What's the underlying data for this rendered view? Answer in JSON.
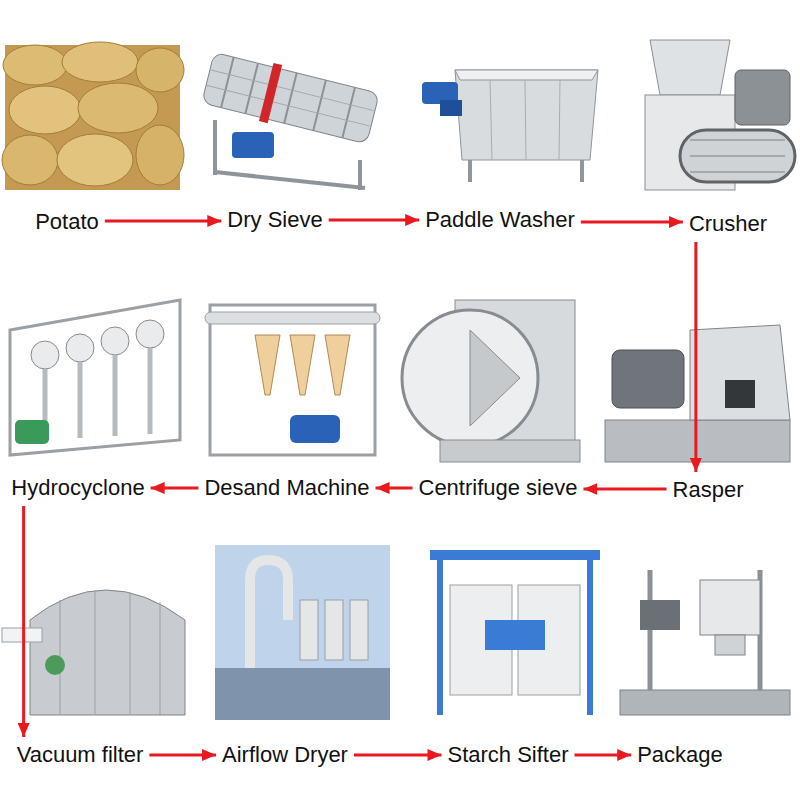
{
  "diagram": {
    "nodes": [
      {
        "text": [
          "Potato"
        ]
      },
      {
        "text": [
          "Dry Sieve"
        ]
      },
      {
        "text": [
          "Paddle Washer"
        ]
      },
      {
        "text": [
          "Crusher"
        ]
      },
      {
        "text": [
          "Rasper"
        ]
      },
      {
        "text": [
          "Centrifuge sieve"
        ]
      },
      {
        "text": [
          "Desand Machine"
        ]
      },
      {
        "text": [
          "Hydrocyclone"
        ]
      },
      {
        "text": [
          "Vacuum filter"
        ]
      },
      {
        "text": [
          "Airflow Dryer"
        ]
      },
      {
        "text": [
          "Starch Sifter"
        ]
      },
      {
        "text": [
          "Package"
        ]
      }
    ],
    "edges": [
      {
        "from": 0,
        "to": 1,
        "arrow": "to"
      },
      {
        "from": 1,
        "to": 2,
        "arrow": "to"
      },
      {
        "from": 2,
        "to": 3,
        "arrow": "to"
      },
      {
        "from": 3,
        "to": 4,
        "arrow": "to"
      },
      {
        "from": 4,
        "to": 5,
        "arrow": "to"
      },
      {
        "from": 5,
        "to": 6,
        "arrow": "to"
      },
      {
        "from": 6,
        "to": 7,
        "arrow": "to"
      },
      {
        "from": 7,
        "to": 8,
        "arrow": "to"
      },
      {
        "from": 8,
        "to": 9,
        "arrow": "to"
      },
      {
        "from": 9,
        "to": 10,
        "arrow": "to"
      },
      {
        "from": 10,
        "to": 11,
        "arrow": "to"
      }
    ]
  }
}
